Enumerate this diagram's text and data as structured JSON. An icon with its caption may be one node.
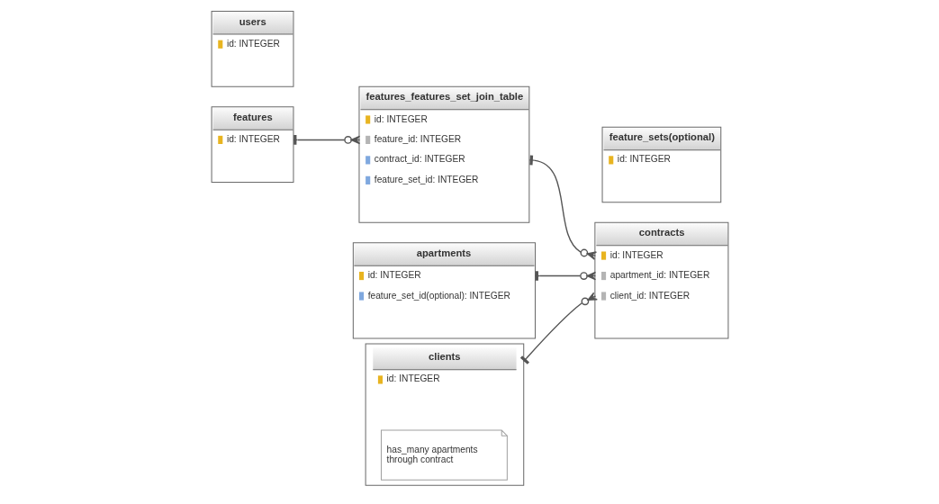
{
  "diagram": {
    "nodes": [
      {
        "text": [
          "clients",
          "id: INTEGER"
        ]
      },
      {
        "text": [
          "has_many apartments through contract"
        ],
        "in": 0
      },
      {
        "text": [
          "contracts",
          "id: INTEGER",
          "apartment_id: INTEGER",
          "client_id: INTEGER"
        ]
      },
      {
        "text": [
          "apartments",
          "id: INTEGER",
          "feature_set_id(optional): INTEGER"
        ]
      },
      {
        "text": [
          "features_features_set_join_table",
          "id: INTEGER",
          "feature_id: INTEGER",
          "contract_id: INTEGER",
          "feature_set_id: INTEGER"
        ]
      },
      {
        "text": [
          "feature_sets(optional)",
          "id: INTEGER"
        ]
      },
      {
        "text": [
          "users",
          "id: INTEGER"
        ]
      },
      {
        "text": [
          "features",
          "id: INTEGER"
        ]
      }
    ],
    "edges": [
      {
        "from": 0,
        "to": 2,
        "arrow": "other"
      },
      {
        "from": 3,
        "to": 2,
        "arrow": "other"
      },
      {
        "from": 4,
        "to": 2,
        "arrow": "other"
      },
      {
        "from": 7,
        "to": 4,
        "arrow": "other"
      }
    ]
  }
}
